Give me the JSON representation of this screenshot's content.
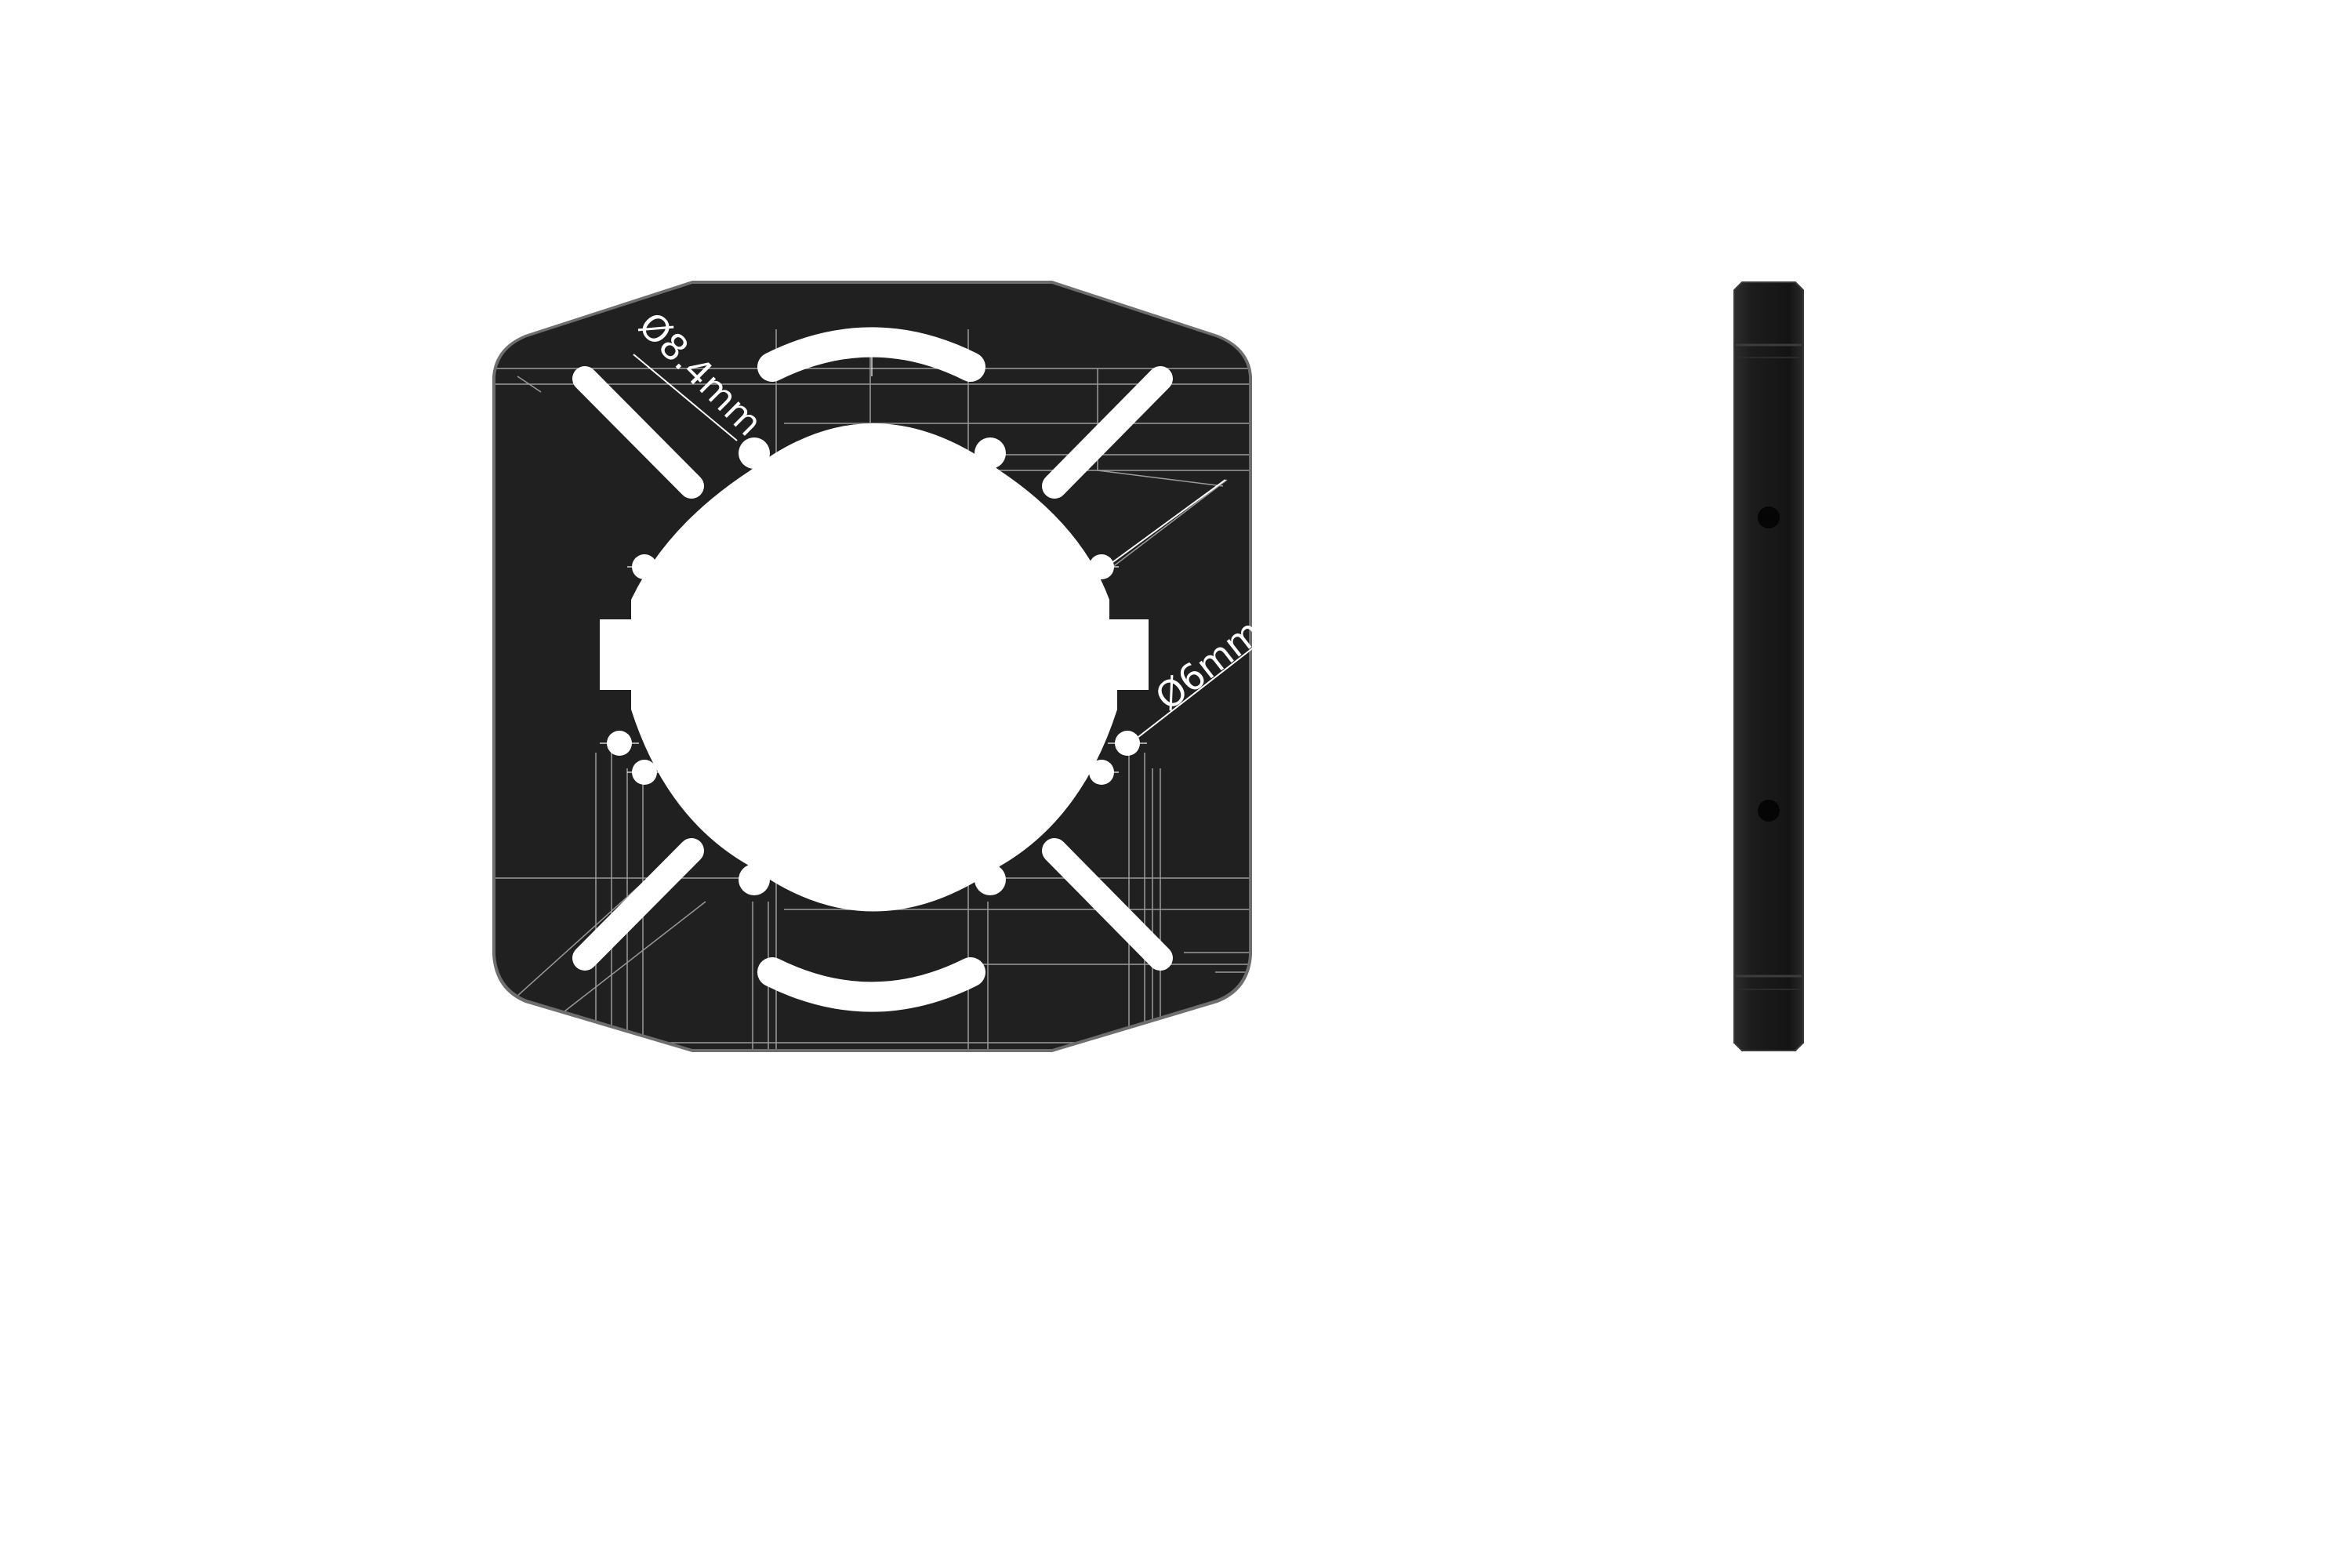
{
  "annotations": {
    "hole_large": "Ø8.4mm",
    "hole_small": "Ø6mm"
  },
  "colors": {
    "background": "#ffffff",
    "plate": "#202020",
    "plate_edge": "#6e6e6e",
    "side_body": "#1a1a1a",
    "side_edge": "#3a3a3a",
    "side_hole": "#050505",
    "cutout": "#ffffff",
    "construction_lines": "#ffffff"
  },
  "views": {
    "front": "front-view",
    "side": "side-view"
  }
}
